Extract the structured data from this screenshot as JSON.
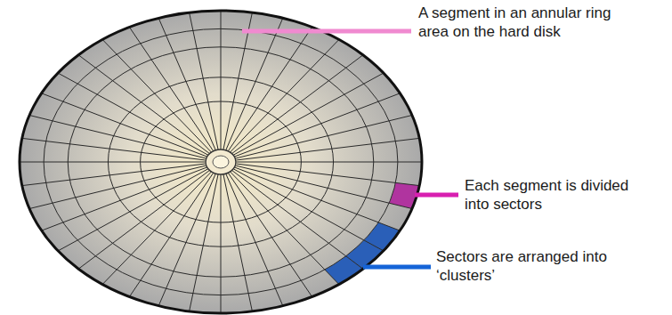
{
  "diagram": {
    "labels": [
      "A segment in an annular ring area on the hard disk",
      "Each segment is divided into sectors",
      "Sectors are arranged into ‘clusters’"
    ]
  }
}
